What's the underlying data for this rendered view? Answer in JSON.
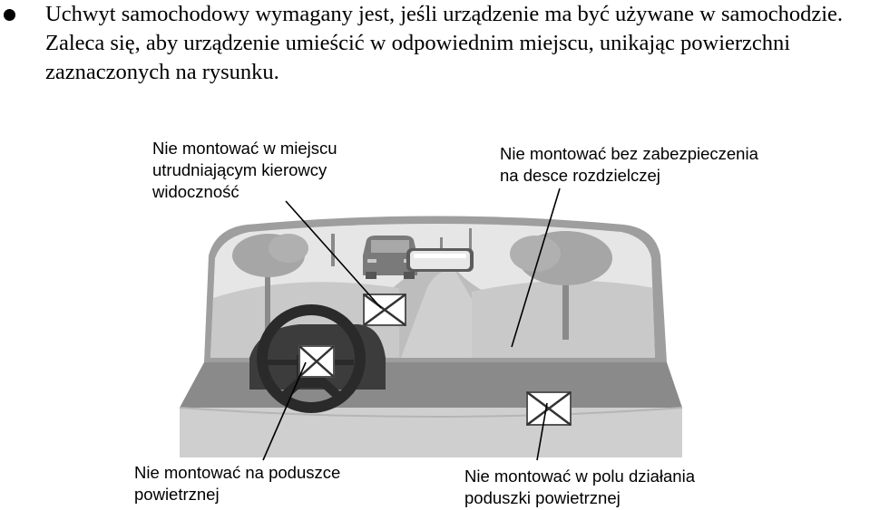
{
  "instruction": {
    "text": "Uchwyt samochodowy wymagany jest, jeśli urządzenie ma być używane w samochodzie. Zaleca się, aby urządzenie umieścić w odpowiednim miejscu, unikając powierzchni zaznaczonych na rysunku."
  },
  "diagram": {
    "captions": {
      "visibility": "Nie montować w miejscu\nutrudniającym kierowcy\nwidoczność",
      "dashboard": "Nie montować bez zabezpieczenia\nna desce rozdzielczej",
      "airbag": "Nie montować na poduszce\npowietrznej",
      "airbag_zone": "Nie montować w polu działania\npoduszki powietrznej"
    }
  }
}
